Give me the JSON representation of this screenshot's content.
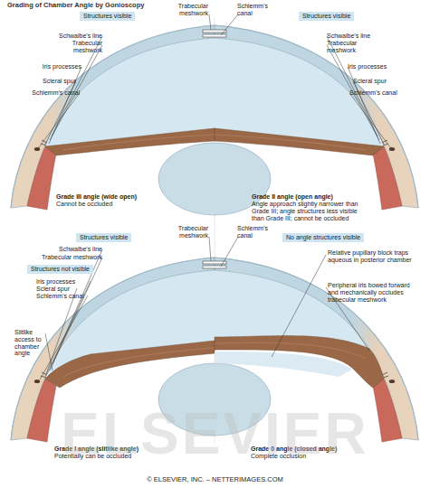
{
  "diagram": {
    "title": "Grading of Chamber Angle by Gonioscopy",
    "nodes": [
      {
        "text": [
          "Structures visible"
        ]
      },
      {
        "text": [
          "Structures visible"
        ]
      },
      {
        "text": [
          "Structures visible"
        ]
      },
      {
        "text": [
          "Structures not visible"
        ]
      },
      {
        "text": [
          "No angle structures visible"
        ]
      }
    ],
    "labels": [
      "Schwalbe's line",
      "Trabecular meshwork",
      "Iris processes",
      "Scleral spur",
      "Schlemm's canal",
      "Trabecular meshwork",
      "Schlemm's canal",
      "Schwalbe's line",
      "Trabecular meshwork",
      "Iris processes",
      "Scleral spur",
      "Schlemm's canal",
      "Grade III angle (wide open)",
      "Cannot be occluded",
      "Grade II angle (open angle)",
      "Angle approach slightly narrower than Grade III; angle structures less visible than Grade III; cannot be occluded",
      "Schwalbe's line",
      "Trabecular meshwork",
      "Trabecular meshwork",
      "Schlemm's canal",
      "Iris processes",
      "Scleral spur",
      "Schlemm's canal",
      "Slitlike access to chamber angle",
      "Relative pupillary block traps aqueous in posterior chamber",
      "Peripheral iris bowed forward and mechanically occludes trabecular meshwork",
      "Grade I angle (slitlike angle)",
      "Potentially can be occluded",
      "Grade 0 angle (closed angle)",
      "Complete occlusion",
      "ELSEVIER",
      "© ELSEVIER, INC. – NETTERIMAGES.COM"
    ]
  }
}
